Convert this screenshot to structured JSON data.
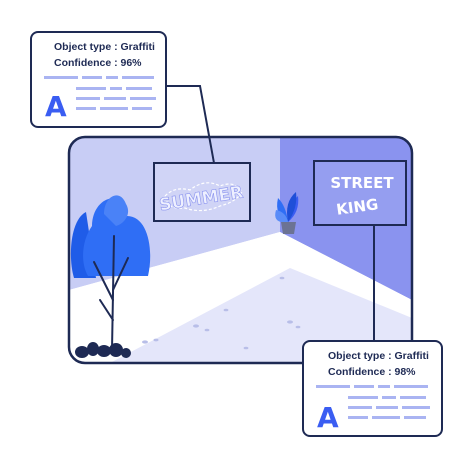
{
  "scene": {
    "wall_text_left": "SUMMER",
    "wall_text_right_line1": "STREET",
    "wall_text_right_line2": "KING"
  },
  "cards": [
    {
      "object_type_label": "Object type : Graffiti",
      "confidence_label": "Confidence : 96%",
      "glyph": "A"
    },
    {
      "object_type_label": "Object type : Graffiti",
      "confidence_label": "Confidence : 98%",
      "glyph": "A"
    }
  ],
  "colors": {
    "outline": "#1e2a54",
    "wall_light": "#c8cdf5",
    "wall_right": "#8a93ef",
    "floor": "#e4e6fa",
    "bar": "#aab4f2",
    "glyph": "#3a5df2",
    "tree": "#2f6ef5"
  }
}
